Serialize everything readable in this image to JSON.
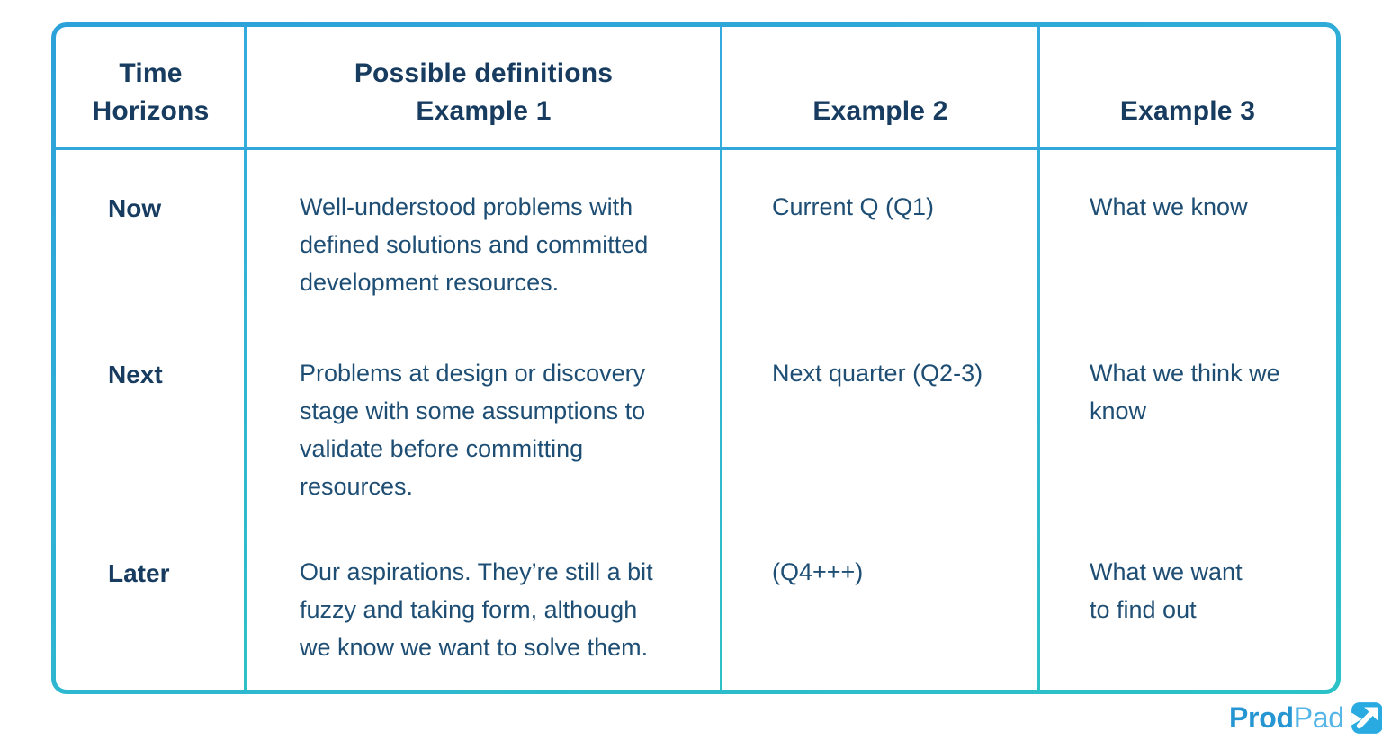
{
  "table": {
    "headers": {
      "col1": "Time\nHorizons",
      "col2": "Possible definitions\nExample 1",
      "col3": "Example 2",
      "col4": "Example 3"
    },
    "rows": [
      {
        "label": "Now",
        "definition": "Well-understood problems with\ndefined solutions and committed\ndevelopment resources.",
        "example2": "Current Q (Q1)",
        "example3": "What we know"
      },
      {
        "label": "Next",
        "definition": "Problems at design or discovery\nstage with some assumptions to\nvalidate before committing\nresources.",
        "example2": "Next quarter (Q2-3)",
        "example3": "What we think we\nknow"
      },
      {
        "label": "Later",
        "definition": "Our aspirations. They’re still a bit\nfuzzy and taking form, although\nwe know we want to solve them.",
        "example2": "(Q4+++)",
        "example3": "What we want\nto find out"
      }
    ]
  },
  "chart_data": {
    "type": "table",
    "columns": [
      "Time Horizons",
      "Possible definitions Example 1",
      "Example 2",
      "Example 3"
    ],
    "rows": [
      [
        "Now",
        "Well-understood problems with defined solutions and committed development resources.",
        "Current Q (Q1)",
        "What we know"
      ],
      [
        "Next",
        "Problems at design or discovery stage with some assumptions to validate before committing resources.",
        "Next quarter (Q2-3)",
        "What we think we know"
      ],
      [
        "Later",
        "Our aspirations. They’re still a bit fuzzy and taking form, although we know we want to solve them.",
        "(Q4+++)",
        "What we want to find out"
      ]
    ]
  },
  "branding": {
    "logo_text_bold": "Prod",
    "logo_text_light": "Pad",
    "logo_icon": "arrow-up-right-icon"
  },
  "colors": {
    "text_dark": "#173C60",
    "text_body": "#1E4E74",
    "border_top": "#2DA1DA",
    "border_bottom": "#2BC2C7",
    "divider_top": "#34A9DF",
    "divider_bottom": "#2DC1C5",
    "logo_dark_blue": "#2696D3",
    "logo_light_blue": "#54B5E6",
    "icon_blue": "#29ABE2"
  }
}
